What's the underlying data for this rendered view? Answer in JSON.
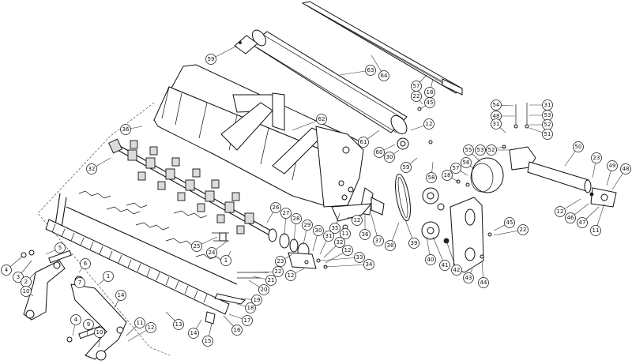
{
  "callouts": [
    {
      "id": "c59a",
      "label": "59"
    },
    {
      "id": "c63",
      "label": "63"
    },
    {
      "id": "c64",
      "label": "64"
    },
    {
      "id": "c57a",
      "label": "57"
    },
    {
      "id": "c18a",
      "label": "18"
    },
    {
      "id": "c22a",
      "label": "22"
    },
    {
      "id": "c45a",
      "label": "45"
    },
    {
      "id": "c12a",
      "label": "12"
    },
    {
      "id": "c62",
      "label": "62"
    },
    {
      "id": "c61",
      "label": "61"
    },
    {
      "id": "c60",
      "label": "60"
    },
    {
      "id": "c30",
      "label": "30"
    },
    {
      "id": "c59b",
      "label": "59"
    },
    {
      "id": "c58",
      "label": "58"
    },
    {
      "id": "c36a",
      "label": "36"
    },
    {
      "id": "c32",
      "label": "32"
    },
    {
      "id": "c54",
      "label": "54"
    },
    {
      "id": "c31a",
      "label": "31"
    },
    {
      "id": "c48a",
      "label": "48"
    },
    {
      "id": "c53a",
      "label": "53"
    },
    {
      "id": "c52a",
      "label": "52"
    },
    {
      "id": "c51",
      "label": "51"
    },
    {
      "id": "c31b",
      "label": "31"
    },
    {
      "id": "c53b",
      "label": "53"
    },
    {
      "id": "c52b",
      "label": "52"
    },
    {
      "id": "c55",
      "label": "55"
    },
    {
      "id": "c50",
      "label": "50"
    },
    {
      "id": "c57b",
      "label": "57"
    },
    {
      "id": "c56",
      "label": "56"
    },
    {
      "id": "c18b",
      "label": "18"
    },
    {
      "id": "c23a",
      "label": "23"
    },
    {
      "id": "c49",
      "label": "49"
    },
    {
      "id": "c48b",
      "label": "48"
    },
    {
      "id": "c12b",
      "label": "12"
    },
    {
      "id": "c46",
      "label": "46"
    },
    {
      "id": "c47",
      "label": "47"
    },
    {
      "id": "c11a",
      "label": "11"
    },
    {
      "id": "c45b",
      "label": "45"
    },
    {
      "id": "c22b",
      "label": "22"
    },
    {
      "id": "c44",
      "label": "44"
    },
    {
      "id": "c43",
      "label": "43"
    },
    {
      "id": "c42",
      "label": "42"
    },
    {
      "id": "c41",
      "label": "41"
    },
    {
      "id": "c40",
      "label": "40"
    },
    {
      "id": "c39",
      "label": "39"
    },
    {
      "id": "c38",
      "label": "38"
    },
    {
      "id": "c37",
      "label": "37"
    },
    {
      "id": "c36b",
      "label": "36"
    },
    {
      "id": "c12c",
      "label": "12"
    },
    {
      "id": "c11b",
      "label": "11"
    },
    {
      "id": "c35",
      "label": "35"
    },
    {
      "id": "c26",
      "label": "26"
    },
    {
      "id": "c27",
      "label": "27"
    },
    {
      "id": "c28",
      "label": "28"
    },
    {
      "id": "c29",
      "label": "29"
    },
    {
      "id": "c30b",
      "label": "30"
    },
    {
      "id": "c31c",
      "label": "31"
    },
    {
      "id": "c32b",
      "label": "32"
    },
    {
      "id": "c12d",
      "label": "12"
    },
    {
      "id": "c33",
      "label": "33"
    },
    {
      "id": "c34",
      "label": "34"
    },
    {
      "id": "c12e",
      "label": "12"
    },
    {
      "id": "c23b",
      "label": "23"
    },
    {
      "id": "c25",
      "label": "25"
    },
    {
      "id": "c24",
      "label": "24"
    },
    {
      "id": "c1a",
      "label": "1"
    },
    {
      "id": "c22c",
      "label": "22"
    },
    {
      "id": "c21",
      "label": "21"
    },
    {
      "id": "c20",
      "label": "20"
    },
    {
      "id": "c19",
      "label": "19"
    },
    {
      "id": "c18c",
      "label": "18"
    },
    {
      "id": "c17",
      "label": "17"
    },
    {
      "id": "c16",
      "label": "16"
    },
    {
      "id": "c15",
      "label": "15"
    },
    {
      "id": "c14a",
      "label": "14"
    },
    {
      "id": "c13",
      "label": "13"
    },
    {
      "id": "c5",
      "label": "5"
    },
    {
      "id": "c4a",
      "label": "4"
    },
    {
      "id": "c3",
      "label": "3"
    },
    {
      "id": "c2",
      "label": "2"
    },
    {
      "id": "c10a",
      "label": "10"
    },
    {
      "id": "c6",
      "label": "6"
    },
    {
      "id": "c7",
      "label": "7"
    },
    {
      "id": "c1b",
      "label": "1"
    },
    {
      "id": "c14b",
      "label": "14"
    },
    {
      "id": "c4b",
      "label": "4"
    },
    {
      "id": "c9",
      "label": "9"
    },
    {
      "id": "c10b",
      "label": "10"
    },
    {
      "id": "c11c",
      "label": "11"
    },
    {
      "id": "c12f",
      "label": "12"
    }
  ]
}
